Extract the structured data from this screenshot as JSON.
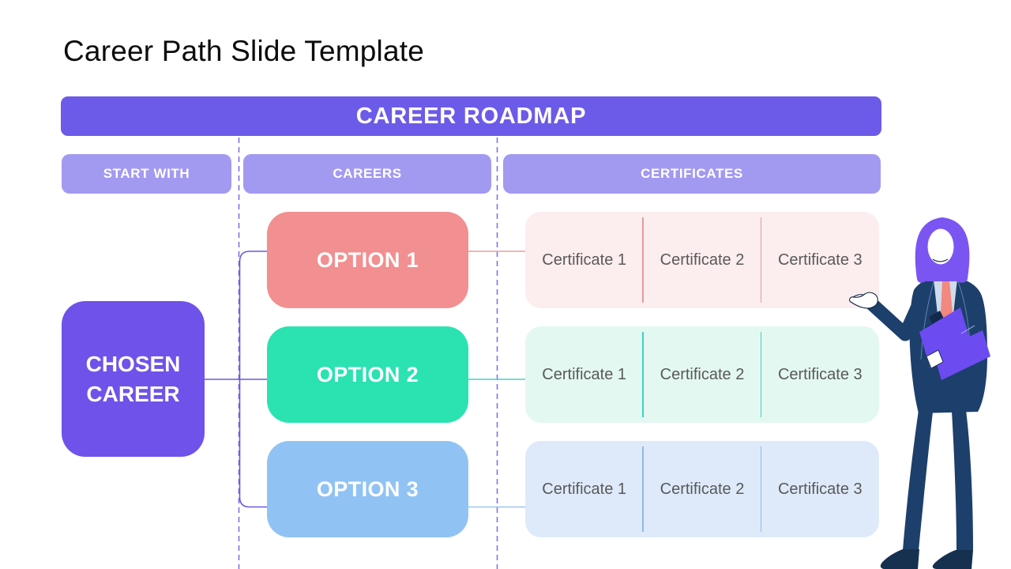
{
  "slide": {
    "title": "Career Path Slide Template"
  },
  "roadmap": {
    "banner": "CAREER ROADMAP",
    "columns": [
      {
        "label": "START WITH"
      },
      {
        "label": "CAREERS"
      },
      {
        "label": "CERTIFICATES"
      }
    ],
    "chosen_career": "CHOSEN CAREER",
    "options": [
      {
        "label": "OPTION 1",
        "color": "#F28F90",
        "row_bg": "#FCEDEF",
        "divider_color": "#E8989F",
        "certificates": [
          "Certificate 1",
          "Certificate 2",
          "Certificate 3"
        ]
      },
      {
        "label": "OPTION 2",
        "color": "#2BE2B1",
        "row_bg": "#E3F8F1",
        "divider_color": "#3FD0C1",
        "certificates": [
          "Certificate 1",
          "Certificate 2",
          "Certificate 3"
        ]
      },
      {
        "label": "OPTION 3",
        "color": "#90C3F4",
        "row_bg": "#DEEAFA",
        "divider_color": "#8FB9E9",
        "certificates": [
          "Certificate 1",
          "Certificate 2",
          "Certificate 3"
        ]
      }
    ]
  },
  "palette": {
    "banner_purple": "#6C5BE8",
    "column_header_purple": "#A29AF0",
    "chosen_career_purple": "#6F52E9",
    "connector_purple": "#6A58E2",
    "dashed_guide_purple": "#7B68EE",
    "certificate_text_gray": "#595959"
  },
  "illustration": {
    "name": "businesswoman-presenter"
  }
}
